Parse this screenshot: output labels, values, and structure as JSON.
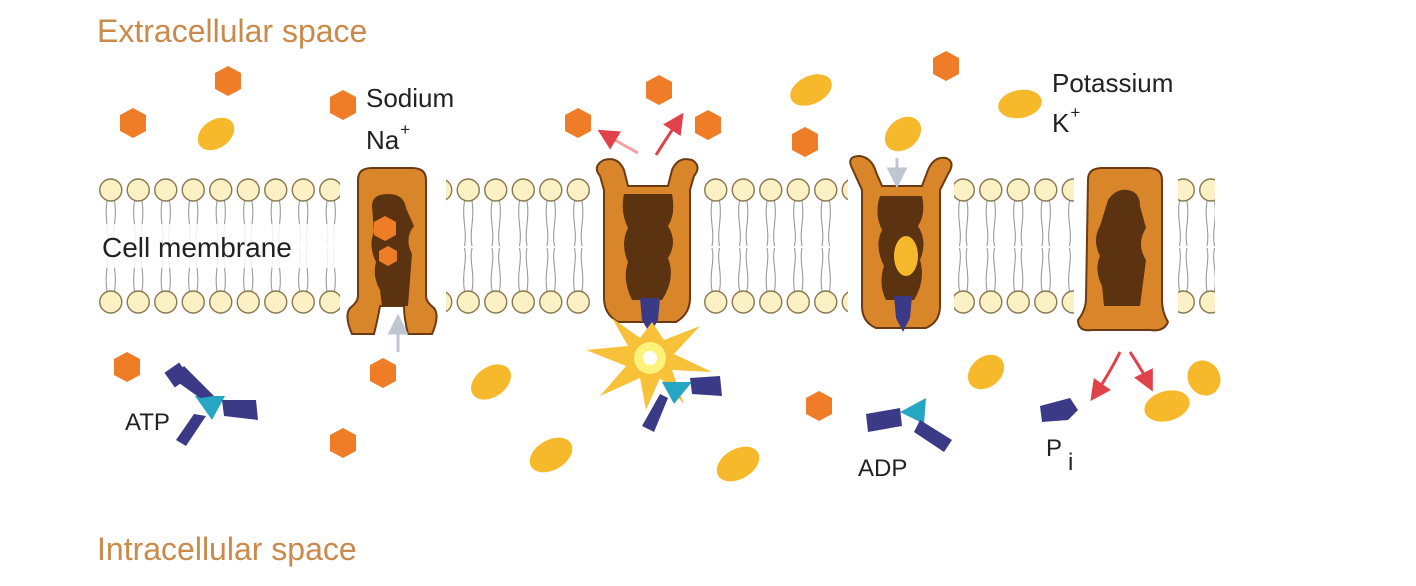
{
  "labels": {
    "extracellular": "Extracellular space",
    "intracellular": "Intracellular space",
    "membrane": "Cell membrane",
    "sodium": "Sodium",
    "sodium_symbol": "Na",
    "sodium_charge": "+",
    "potassium": "Potassium",
    "potassium_symbol": "K",
    "potassium_charge": "+",
    "atp": "ATP",
    "adp": "ADP",
    "phosphate": "P",
    "phosphate_subscript": "i"
  },
  "colors": {
    "region_label": "#c98a4b",
    "text": "#222222",
    "sodium_ion": "#ef7d28",
    "potassium_ion": "#f6b92b",
    "pump_outer": "#d9862b",
    "pump_inner": "#5b3310",
    "phosphate_group": "#3b3a86",
    "adenosine_core": "#27a6c4",
    "lipid_head": "#fbf1c4",
    "arrow_red": "#e0424a",
    "arrow_grey": "#bfc6d2",
    "flash": "#fff27a"
  },
  "icons": {
    "sodium_ion": "orange-hexagon",
    "potassium_ion": "yellow-oval",
    "atp": "three-armed-molecule",
    "adp": "two-armed-molecule",
    "phosphate": "single-phosphate",
    "flash": "energy-burst"
  }
}
